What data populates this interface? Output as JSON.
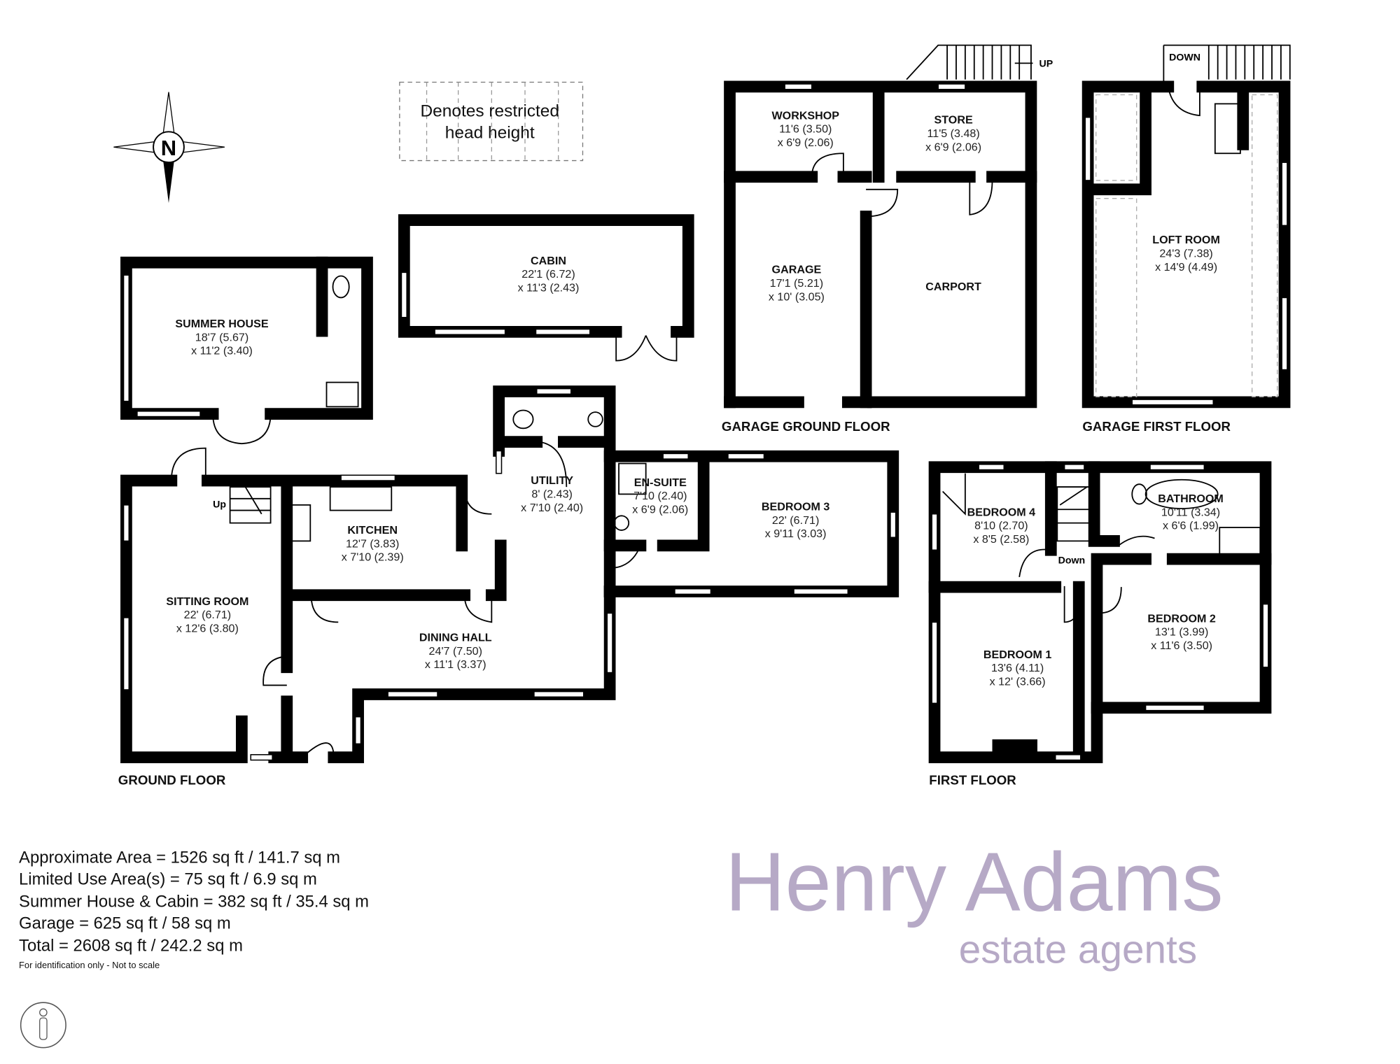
{
  "legend": {
    "restricted_line1": "Denotes restricted",
    "restricted_line2": "head height"
  },
  "compass": {
    "letter": "N"
  },
  "watermark": {
    "brand": "Henry Adams",
    "tagline": "estate agents",
    "color": "#b6a9c6"
  },
  "rooms": {
    "summer_house": {
      "name": "SUMMER HOUSE",
      "d1": "18'7 (5.67)",
      "d2": "x 11'2 (3.40)"
    },
    "cabin": {
      "name": "CABIN",
      "d1": "22'1 (6.72)",
      "d2": "x 11'3 (2.43)"
    },
    "workshop": {
      "name": "WORKSHOP",
      "d1": "11'6 (3.50)",
      "d2": "x 6'9 (2.06)"
    },
    "store": {
      "name": "STORE",
      "d1": "11'5 (3.48)",
      "d2": "x 6'9 (2.06)"
    },
    "garage": {
      "name": "GARAGE",
      "d1": "17'1 (5.21)",
      "d2": "x 10' (3.05)"
    },
    "carport": {
      "name": "CARPORT"
    },
    "loft_room": {
      "name": "LOFT ROOM",
      "d1": "24'3 (7.38)",
      "d2": "x 14'9 (4.49)"
    },
    "sitting_room": {
      "name": "SITTING ROOM",
      "d1": "22' (6.71)",
      "d2": "x 12'6 (3.80)"
    },
    "kitchen": {
      "name": "KITCHEN",
      "d1": "12'7 (3.83)",
      "d2": "x 7'10 (2.39)"
    },
    "utility": {
      "name": "UTILITY",
      "d1": "8' (2.43)",
      "d2": "x 7'10 (2.40)"
    },
    "en_suite": {
      "name": "EN-SUITE",
      "d1": "7'10 (2.40)",
      "d2": "x 6'9 (2.06)"
    },
    "bedroom3": {
      "name": "BEDROOM 3",
      "d1": "22' (6.71)",
      "d2": "x 9'11 (3.03)"
    },
    "dining_hall": {
      "name": "DINING HALL",
      "d1": "24'7 (7.50)",
      "d2": "x 11'1 (3.37)"
    },
    "bedroom4": {
      "name": "BEDROOM 4",
      "d1": "8'10 (2.70)",
      "d2": "x 8'5 (2.58)"
    },
    "bathroom": {
      "name": "BATHROOM",
      "d1": "10'11 (3.34)",
      "d2": "x 6'6 (1.99)"
    },
    "bedroom1": {
      "name": "BEDROOM 1",
      "d1": "13'6 (4.11)",
      "d2": "x 12' (3.66)"
    },
    "bedroom2": {
      "name": "BEDROOM 2",
      "d1": "13'1 (3.99)",
      "d2": "x 11'6 (3.50)"
    }
  },
  "stairs": {
    "up": "UP",
    "down": "DOWN",
    "up_ground": "Up",
    "down_first": "Down"
  },
  "floors": {
    "ground": "GROUND FLOOR",
    "first": "FIRST FLOOR",
    "garage_ground": "GARAGE GROUND FLOOR",
    "garage_first": "GARAGE FIRST FLOOR"
  },
  "areas": [
    "Approximate Area = 1526 sq ft / 141.7 sq m",
    "Limited Use Area(s) = 75 sq ft / 6.9 sq m",
    "Summer House & Cabin = 382 sq ft / 35.4 sq m",
    "Garage = 625 sq ft / 58 sq m",
    "Total = 2608 sq ft / 242.2 sq m"
  ],
  "disclaimer": "For identification only - Not to scale"
}
